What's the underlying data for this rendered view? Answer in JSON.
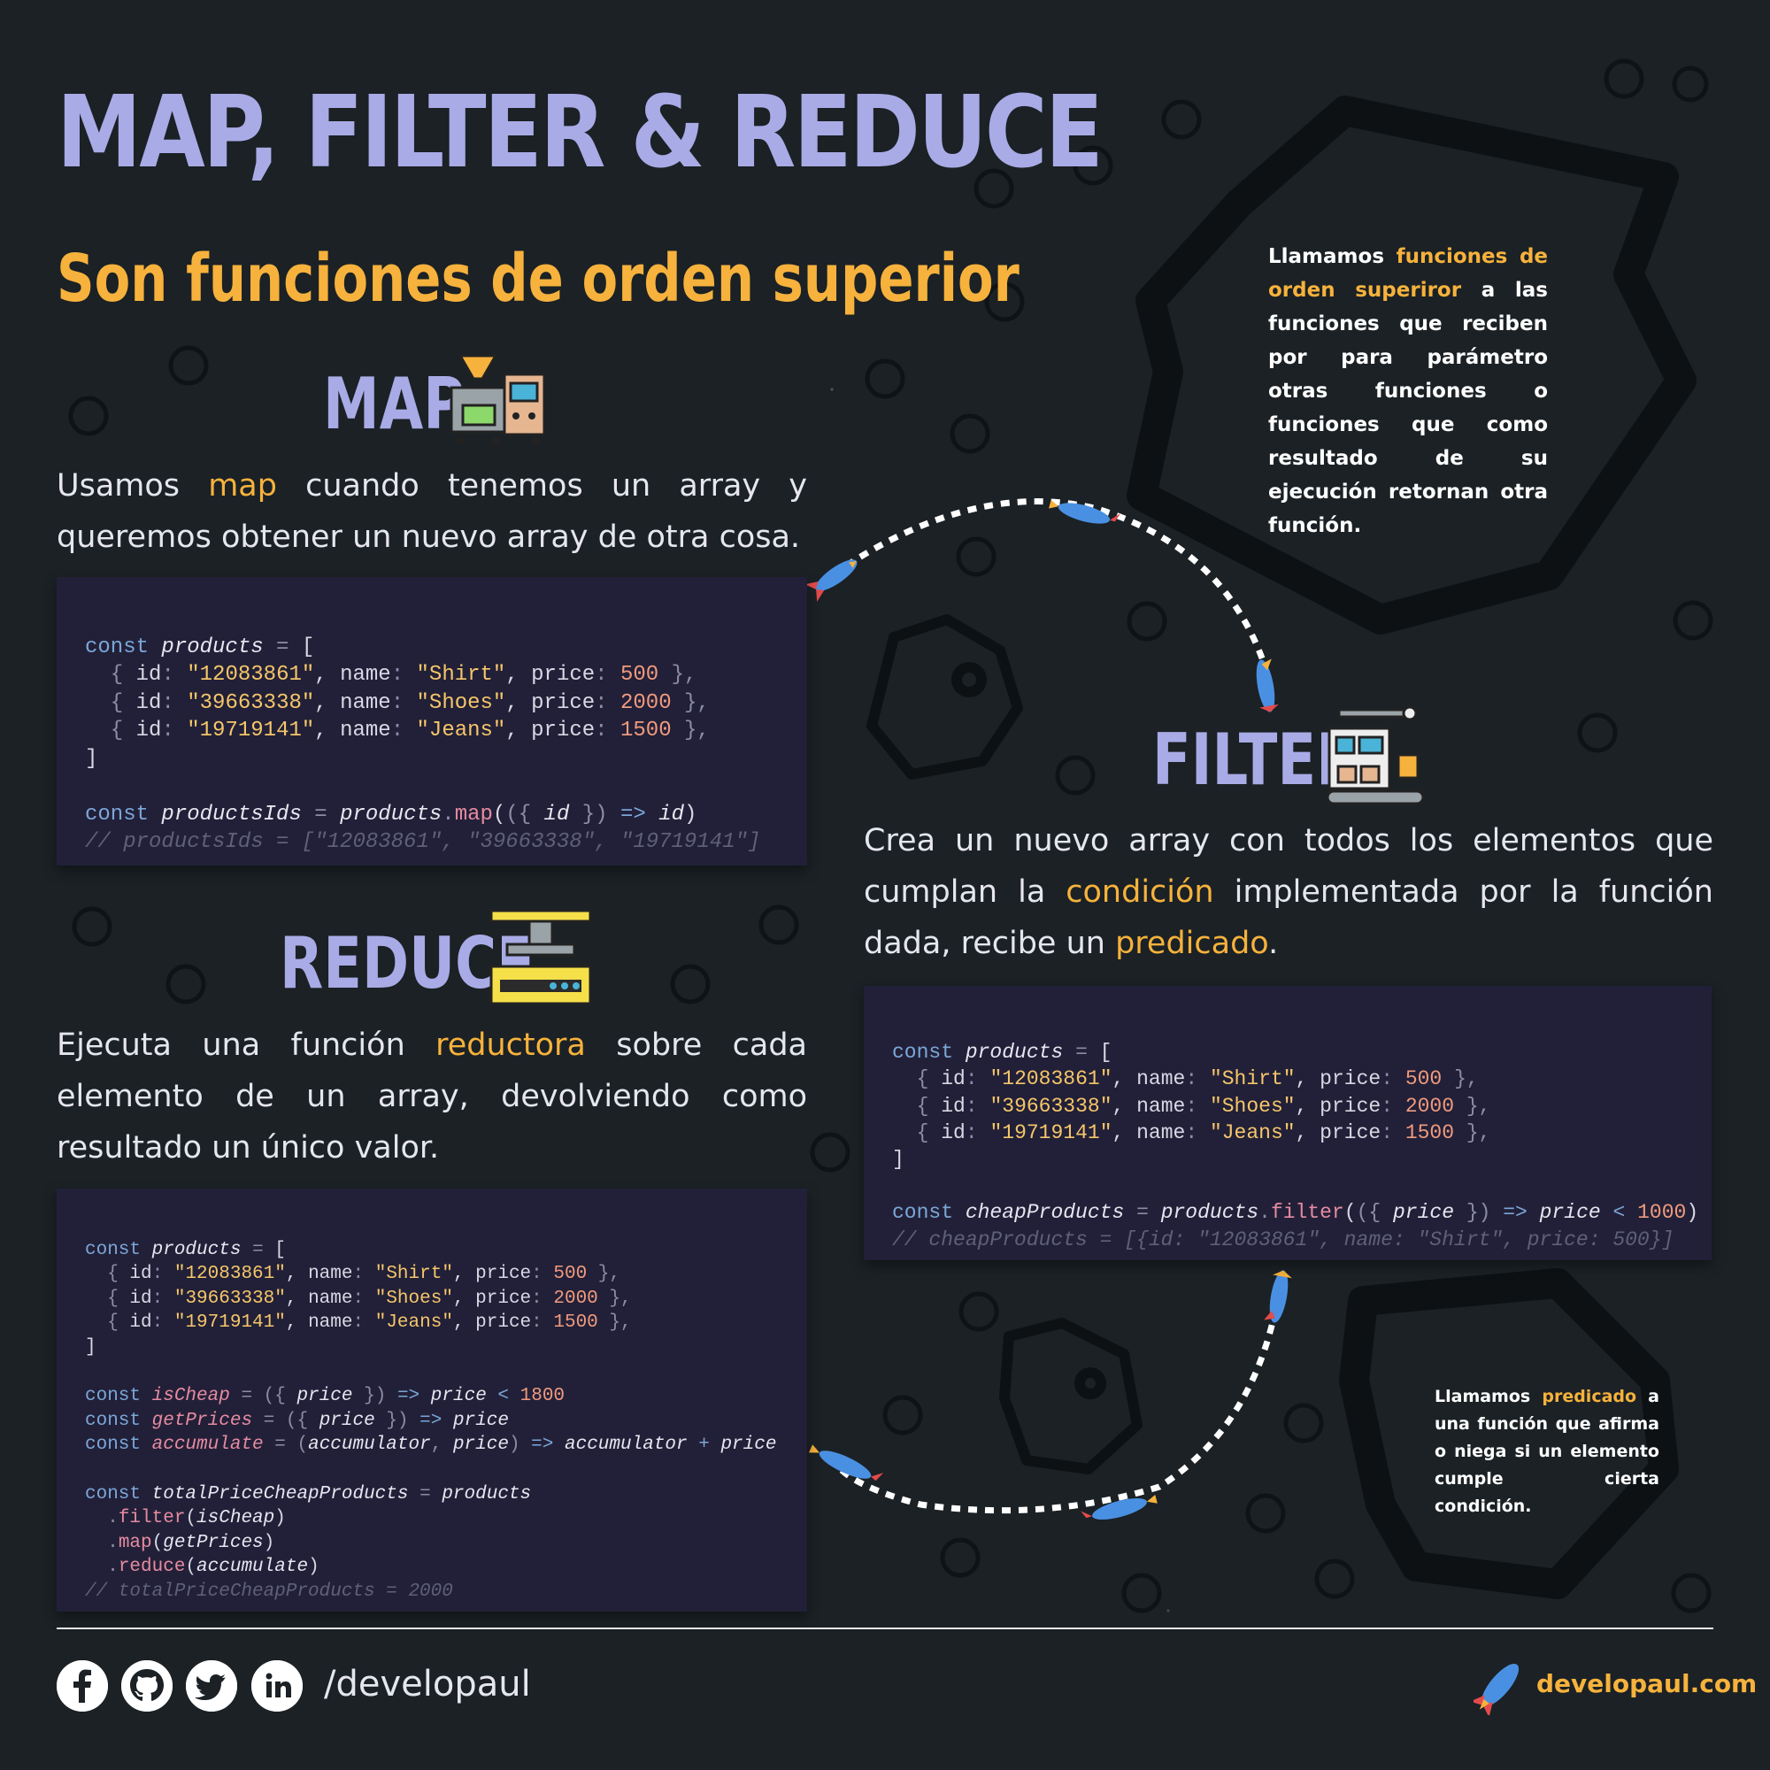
{
  "title": "MAP, FILTER & REDUCE",
  "subtitle": "Son funciones de orden superior",
  "map": {
    "heading": "MAP",
    "desc_1": "Usamos ",
    "desc_hl": "map",
    "desc_2": " cuando tenemos un array y queremos obtener un nuevo array de otra cosa."
  },
  "filter": {
    "heading": "FILTER",
    "desc_1": "Crea un nuevo array con todos los elementos que cumplan la ",
    "desc_hl1": "condición",
    "desc_2": " implementada por la función dada, recibe un ",
    "desc_hl2": "predicado",
    "desc_3": "."
  },
  "reduce": {
    "heading": "REDUCE",
    "desc_1": "Ejecuta una función ",
    "desc_hl": "reductora",
    "desc_2": " sobre cada elemento de un array, devolviendo como resultado un único valor."
  },
  "note_hof": {
    "t1": "Llamamos ",
    "hl": "funciones de orden superiror",
    "t2": " a las funciones que reciben por para parámetro otras funciones o funciones que como resultado de su ejecución retornan otra función."
  },
  "note_pred": {
    "t1": "Llamamos ",
    "hl": "predicado",
    "t2": " a una función que afirma o niega si un elemento cumple cierta condición."
  },
  "products": [
    {
      "id": "\"12083861\"",
      "name": "\"Shirt\"",
      "price": "500"
    },
    {
      "id": "\"39663338\"",
      "name": "\"Shoes\"",
      "price": "2000"
    },
    {
      "id": "\"19719141\"",
      "name": "\"Jeans\"",
      "price": "1500"
    }
  ],
  "code_map": {
    "result_comment": "// productsIds = [\"12083861\", \"39663338\", \"19719141\"]"
  },
  "code_filter": {
    "limit": "1000",
    "result_comment": "// cheapProducts = [{id: \"12083861\", name: \"Shirt\", price: 500}]"
  },
  "code_reduce": {
    "limit": "1800",
    "result_comment": "// totalPriceCheapProducts = 2000"
  },
  "footer": {
    "handle": "/developaul",
    "site": "developaul.com",
    "icons": [
      "facebook-icon",
      "github-icon",
      "twitter-icon",
      "linkedin-icon"
    ]
  }
}
